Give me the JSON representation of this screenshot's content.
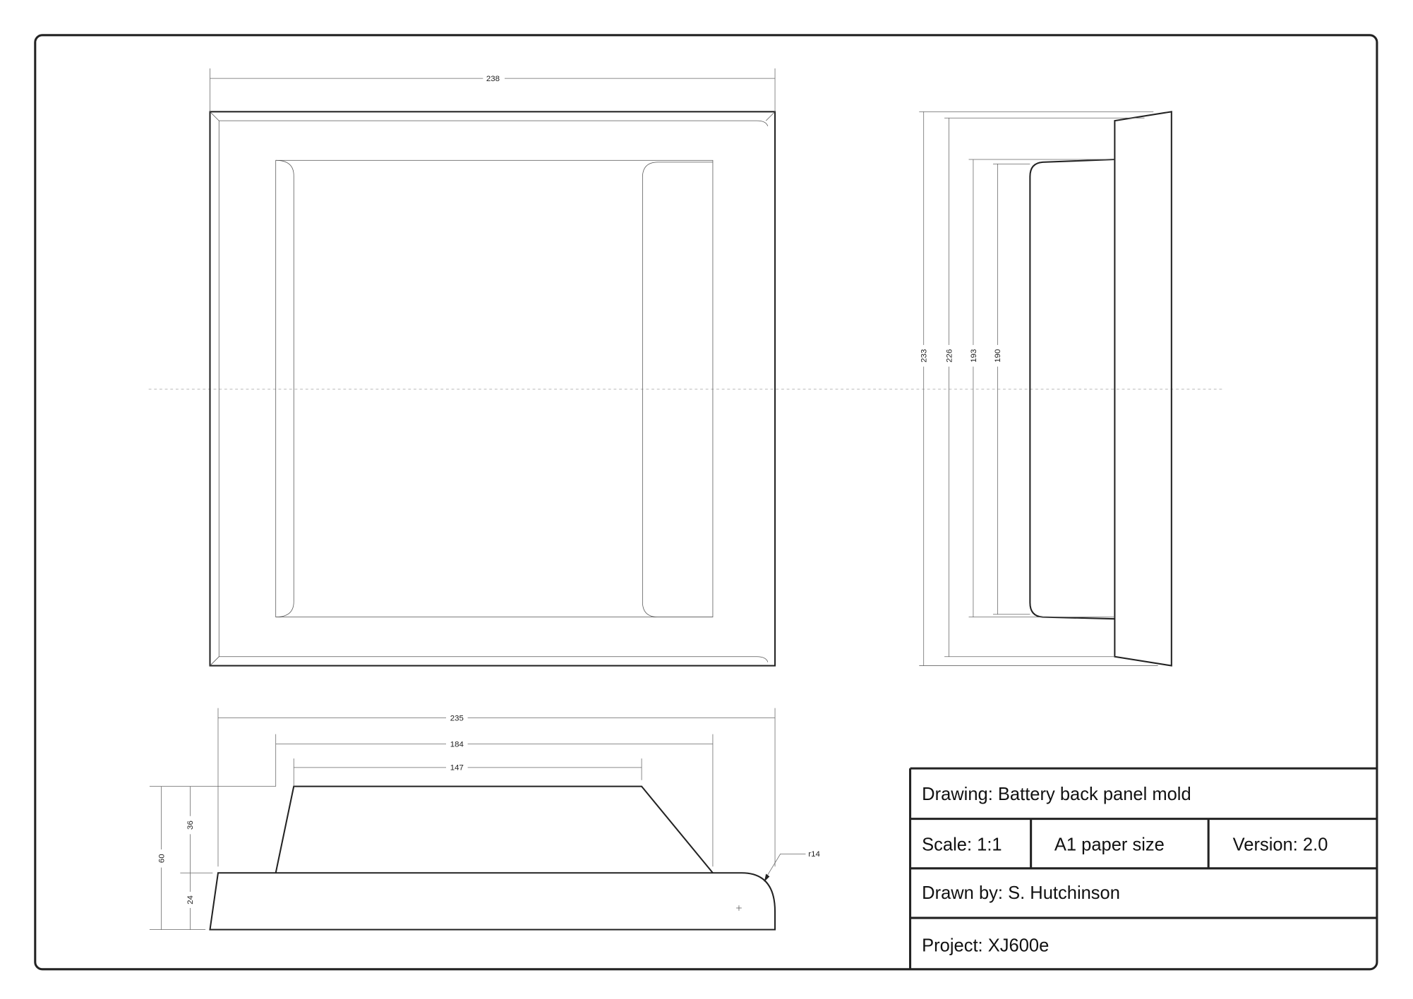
{
  "dimensions": {
    "front_width": "238",
    "side_height_outer": "233",
    "side_height_226": "226",
    "side_height_193": "193",
    "side_height_190": "190",
    "bottom_width_235": "235",
    "bottom_width_184": "184",
    "bottom_width_147": "147",
    "total_height": "60",
    "upper_height": "36",
    "lower_height": "24",
    "radius": "r14"
  },
  "title_block": {
    "drawing": "Drawing: Battery back panel mold",
    "scale": "Scale: 1:1",
    "paper": "A1 paper size",
    "version": "Version: 2.0",
    "drawn_by": "Drawn by: S. Hutchinson",
    "project": "Project: XJ600e"
  }
}
